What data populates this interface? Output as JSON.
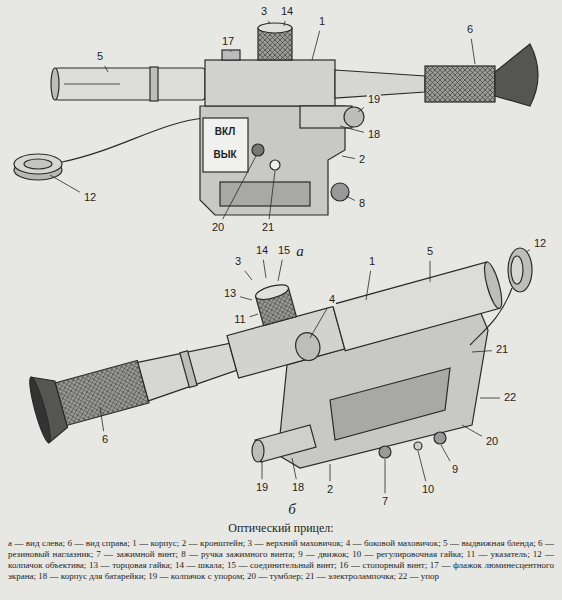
{
  "diagram": {
    "caption": "Оптический прицел:",
    "labels": [
      "5",
      "17",
      "3",
      "14",
      "1",
      "6",
      "ВКЛ",
      "ВЫК",
      "12",
      "19",
      "18",
      "2",
      "8",
      "20",
      "21",
      "а",
      "3",
      "14",
      "15",
      "13",
      "4",
      "1",
      "5",
      "12",
      "11",
      "21",
      "22",
      "20",
      "6",
      "9",
      "10",
      "7",
      "19",
      "18",
      "2",
      "б",
      "а — вид слева; б — вид справа; 1 — корпус; 2 — кронштейн; 3 — верхний маховичок; 4 — боковой маховичок; 5 — выдвижная бленда; 6 — резиновый наглазник; 7 — зажимной винт; 8 — ручка зажимного винта; 9 — движок; 10 — регулировочная гайка; 11 — указатель; 12 — колпачок объектива; 13 — торцовая гайка; 14 — шкала; 15 — соединительный винт; 16 — стопорный винт; 17 — флажок люминесцентного экрана; 18 — корпус для батарейки; 19 — колпачок с упором; 20 — тумблер; 21 — электролампочка; 22 — упор"
    ]
  }
}
